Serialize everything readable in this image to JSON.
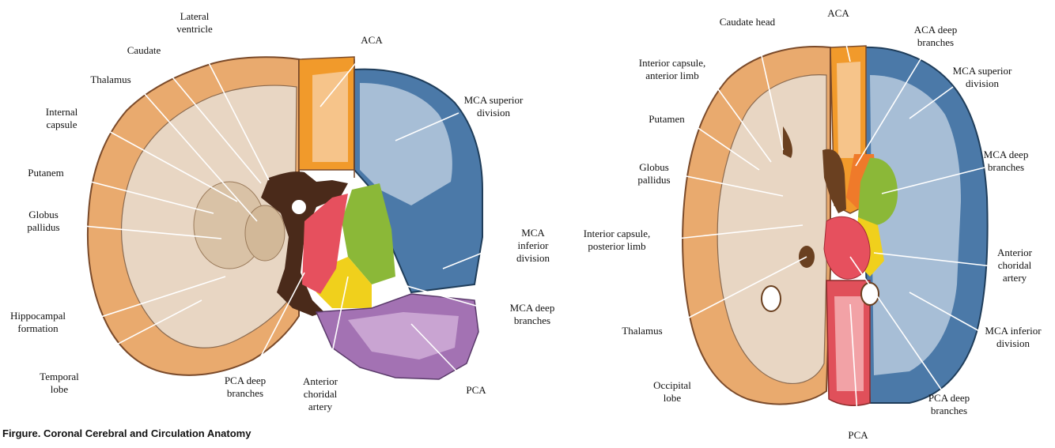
{
  "caption": "Firgure. Coronal Cerebral and Circulation Anatomy",
  "colors": {
    "cortex": "#e9aa6e",
    "white_matter": "#e8d6c3",
    "aca": "#f19a2b",
    "mca_superior": "#4b79a8",
    "mca_deep": "#8bb838",
    "anterior_choroidal": "#f0d01c",
    "pca": "#a372b3",
    "pca_axial": "#e0505a",
    "pca_deep": "#e6505e",
    "ventricle": "#4a2a1a"
  },
  "coronal": {
    "labels": {
      "lateral_ventricle": [
        "Lateral",
        "ventricle"
      ],
      "caudate": [
        "Caudate"
      ],
      "thalamus": [
        "Thalamus"
      ],
      "internal_capsule": [
        "Internal",
        "capsule"
      ],
      "putamen": [
        "Putanem"
      ],
      "globus_pallidus": [
        "Globus",
        "pallidus"
      ],
      "hippocampal": [
        "Hippocampal",
        "formation"
      ],
      "temporal_lobe": [
        "Temporal",
        "lobe"
      ],
      "pca_deep": [
        "PCA deep",
        "branches"
      ],
      "anterior_choroidal": [
        "Anterior",
        "choridal",
        "artery"
      ],
      "pca": [
        "PCA"
      ],
      "mca_deep": [
        "MCA deep",
        "branches"
      ],
      "mca_inferior": [
        "MCA",
        "inferior",
        "division"
      ],
      "mca_superior": [
        "MCA superior",
        "division"
      ],
      "aca": [
        "ACA"
      ]
    }
  },
  "axial": {
    "labels": {
      "caudate_head": [
        "Caudate head"
      ],
      "aca": [
        "ACA"
      ],
      "aca_deep": [
        "ACA deep",
        "branches"
      ],
      "interior_capsule_anterior": [
        "Interior capsule,",
        "anterior limb"
      ],
      "mca_superior": [
        "MCA superior",
        "division"
      ],
      "putamen": [
        "Putamen"
      ],
      "globus_pallidus": [
        "Globus",
        "pallidus"
      ],
      "mca_deep": [
        "MCA deep",
        "branches"
      ],
      "interior_capsule_posterior": [
        "Interior capsule,",
        "posterior limb"
      ],
      "anterior_choroidal": [
        "Anterior",
        "choridal",
        "artery"
      ],
      "thalamus": [
        "Thalamus"
      ],
      "mca_inferior": [
        "MCA inferior",
        "division"
      ],
      "occipital_lobe": [
        "Occipital",
        "lobe"
      ],
      "pca_deep": [
        "PCA deep",
        "branches"
      ],
      "pca": [
        "PCA"
      ]
    }
  }
}
